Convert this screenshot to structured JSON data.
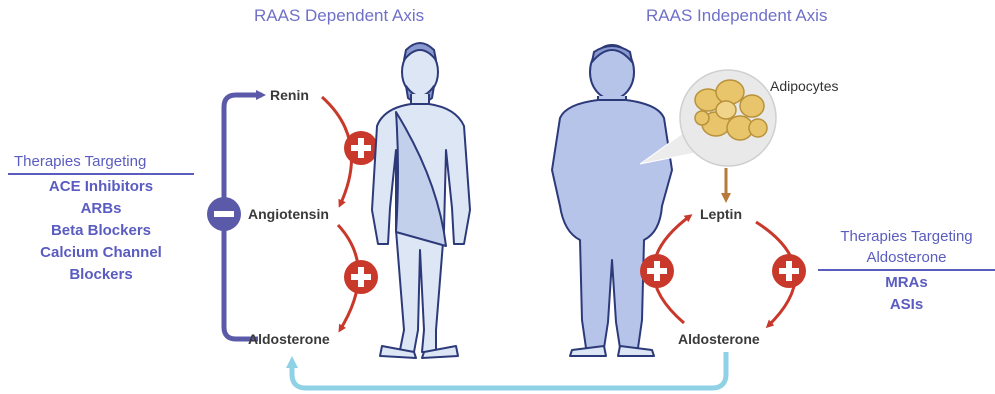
{
  "titles": {
    "left": "RAAS Dependent Axis",
    "right": "RAAS Independent Axis"
  },
  "left_axis": {
    "renin": "Renin",
    "angiotensin": "Angiotensin",
    "aldosterone": "Aldosterone"
  },
  "right_axis": {
    "adipocytes": "Adipocytes",
    "leptin": "Leptin",
    "aldosterone": "Aldosterone"
  },
  "left_therapies": {
    "heading": "Therapies Targeting",
    "items": [
      "ACE Inhibitors",
      "ARBs",
      "Beta Blockers",
      "Calcium Channel",
      "Blockers"
    ]
  },
  "right_therapies": {
    "heading_line1": "Therapies Targeting",
    "heading_line2": "Aldosterone",
    "items": [
      "MRAs",
      "ASIs"
    ]
  },
  "colors": {
    "title": "#6f70c8",
    "therapy_text": "#5a5cc0",
    "feedback_arrow": "#5b5aa8",
    "stimulate_arrow": "#c8392b",
    "plus_badge": "#c8392b",
    "minus_badge": "#5b5aa8",
    "link_arrow": "#8fd2e6",
    "figure_fill": "#dde6f5",
    "figure_stroke": "#2d3a7a",
    "fat_cells": "#e8c46a",
    "leptin_arrow": "#b87a3a"
  },
  "icons": {
    "plus": "plus-badge-icon",
    "minus": "minus-badge-icon",
    "lean": "lean-man-figure-icon",
    "obese": "obese-man-figure-icon",
    "adipocyte": "adipocyte-cluster-icon"
  }
}
